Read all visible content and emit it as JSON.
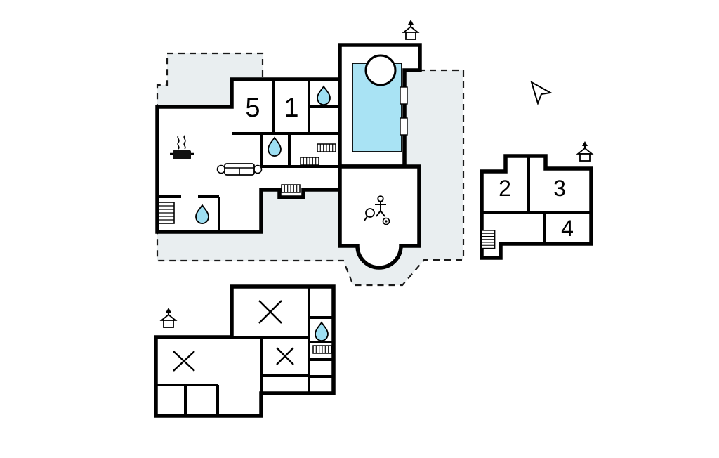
{
  "rooms": {
    "room_5": "5",
    "room_1": "1",
    "room_2": "2",
    "room_3": "3",
    "room_4": "4"
  },
  "colors": {
    "background": "#ffffff",
    "wall": "#000000",
    "plot_fill": "#e9eef0",
    "plot_outline": "#1a1a1a",
    "pool_fill": "#a9e3f4",
    "terrace_fill": "#c9f1c4",
    "drop_fill": "#9edff2"
  },
  "icons": {
    "entrance": "house-with-up-arrow",
    "north_arrow": "north-direction-arrow",
    "water_drop": "bathroom-water-drop",
    "kitchen": "pot-with-steam",
    "sofa": "sofa-top-view",
    "stairs": "staircase",
    "radiator": "radiator-grille",
    "pool": "swimming-pool",
    "hot_tub": "round-tub",
    "person": "person-on-terrace",
    "cross": "room-cross-mark"
  }
}
